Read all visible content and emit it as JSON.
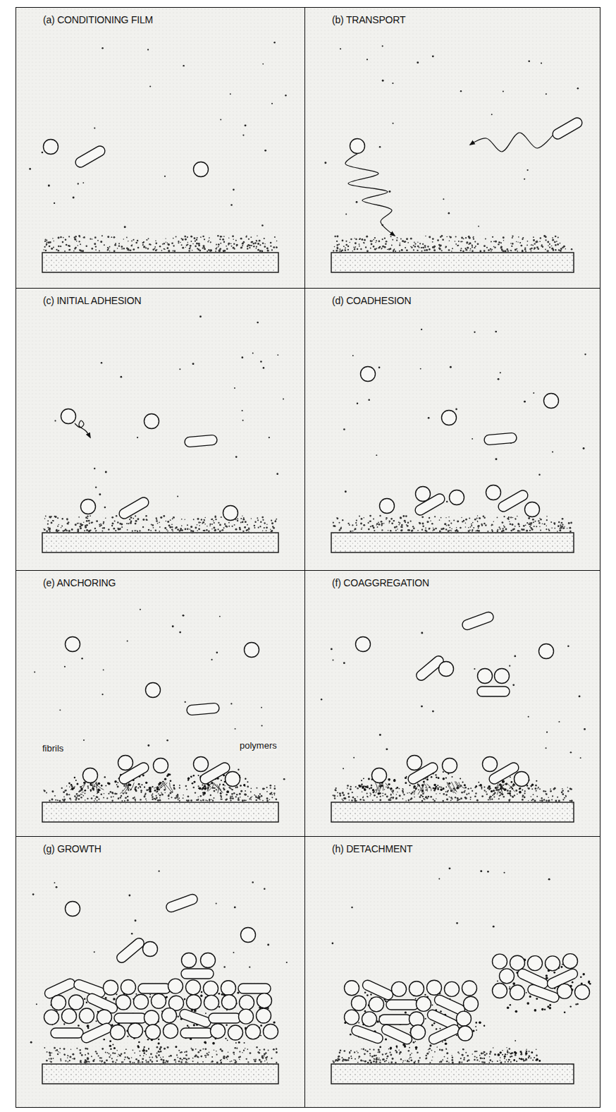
{
  "diagram": {
    "nodes": [
      {
        "text": [
          "(a) CONDITIONING FILM"
        ]
      },
      {
        "text": [
          "(b) TRANSPORT"
        ]
      },
      {
        "text": [
          "(c) INITIAL ADHESION"
        ]
      },
      {
        "text": [
          "(d) COADHESION"
        ]
      },
      {
        "text": [
          "(e) ANCHORING"
        ]
      },
      {
        "text": [
          "(f) COAGGREGATION"
        ]
      },
      {
        "text": [
          "(g) GROWTH"
        ]
      },
      {
        "text": [
          "(h) DETACHMENT"
        ]
      }
    ],
    "labels": [
      "fibrils",
      "polymers"
    ]
  }
}
